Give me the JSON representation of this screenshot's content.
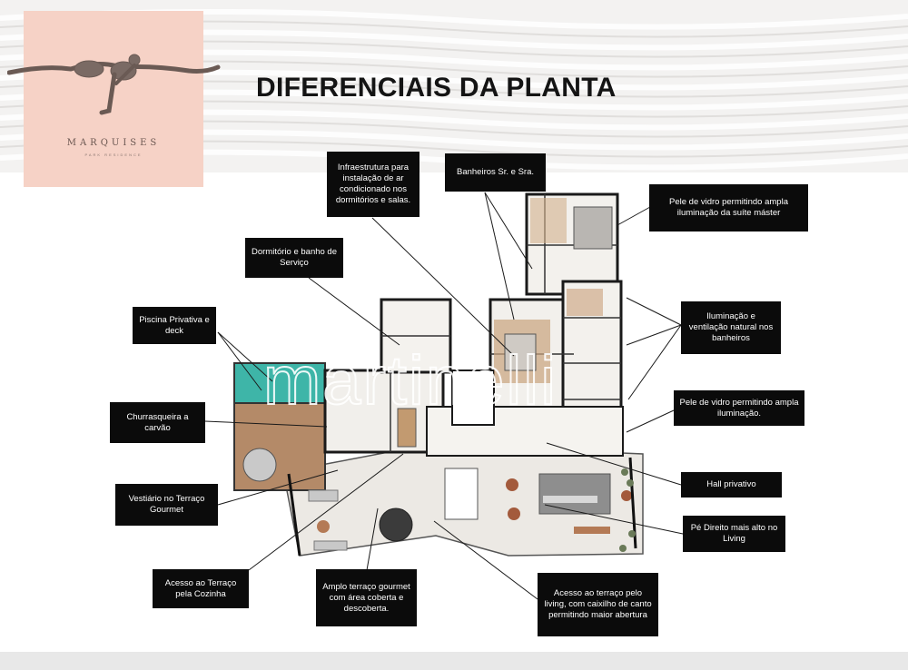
{
  "brand": {
    "name": "MARQUISES",
    "subtitle": "PARK RESIDENCE"
  },
  "slide_title": "DIFERENCIAIS DA PLANTA",
  "watermark": "martinelli",
  "callouts": {
    "infraestrutura": "Infraestrutura para instalação de ar condicionado nos dormitórios e salas.",
    "banheiros": "Banheiros Sr. e Sra.",
    "pele_vidro_suite": "Pele de vidro permitindo ampla iluminação da suíte máster",
    "dormitorio_servico": "Dormitório e banho de Serviço",
    "piscina": "Piscina Privativa e deck",
    "iluminacao_banheiros": "Iluminação e ventilação natural nos banheiros",
    "churrasqueira": "Churrasqueira a carvão",
    "pele_vidro": "Pele de vidro permitindo ampla iluminação.",
    "vestiario": "Vestiário no Terraço Gourmet",
    "hall": "Hall privativo",
    "pe_direito": "Pé Direito mais alto no Living",
    "acesso_cozinha": "Acesso ao Terraço pela Cozinha",
    "amplo_terraco": "Amplo terraço gourmet com área coberta e descoberta.",
    "acesso_living": "Acesso ao terraço pelo living, com caixilho de canto permitindo maior abertura"
  }
}
